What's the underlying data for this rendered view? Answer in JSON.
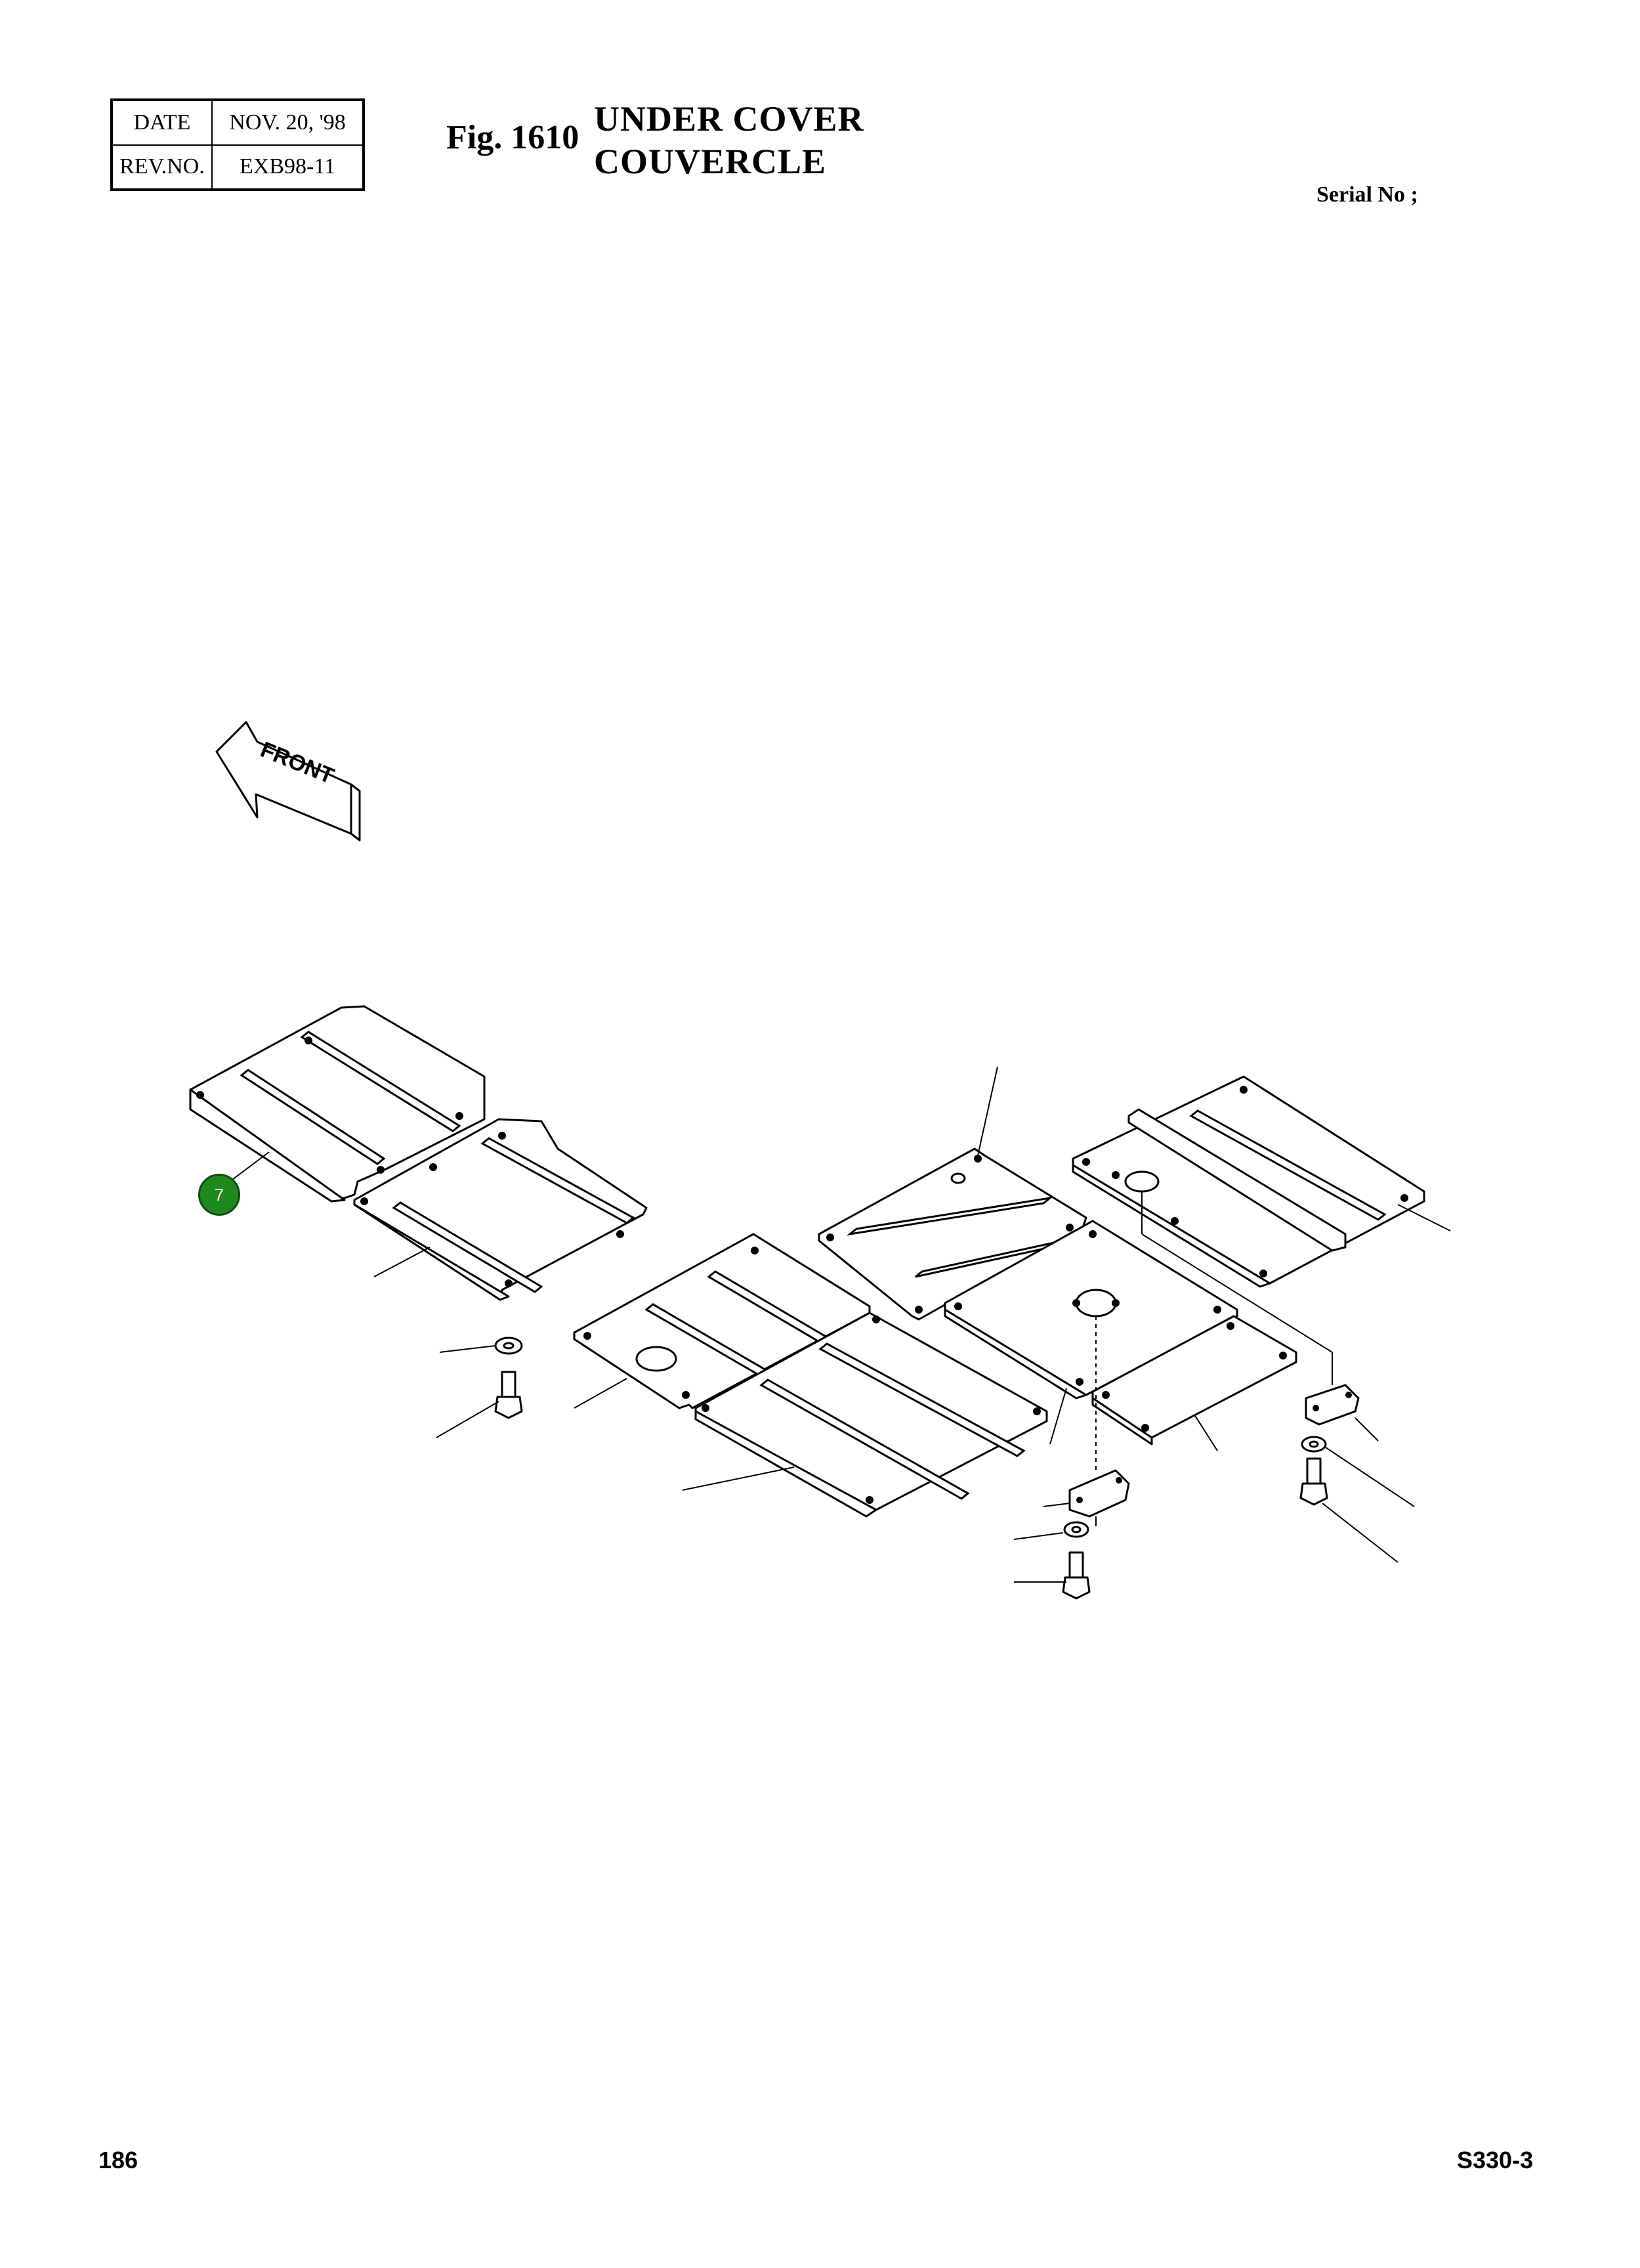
{
  "header": {
    "date_label": "DATE",
    "date_value": "NOV. 20, '98",
    "rev_label": "REV.NO.",
    "rev_value": "EXB98-11",
    "fig_no": "Fig. 1610",
    "title_en": "UNDER COVER",
    "title_fr": "COUVERCLE",
    "serial": "Serial No ;"
  },
  "diagram": {
    "front_label": "FRONT",
    "callout": "7",
    "callout_color": "#1e8a1e"
  },
  "footer": {
    "page": "186",
    "model": "S330-3"
  }
}
